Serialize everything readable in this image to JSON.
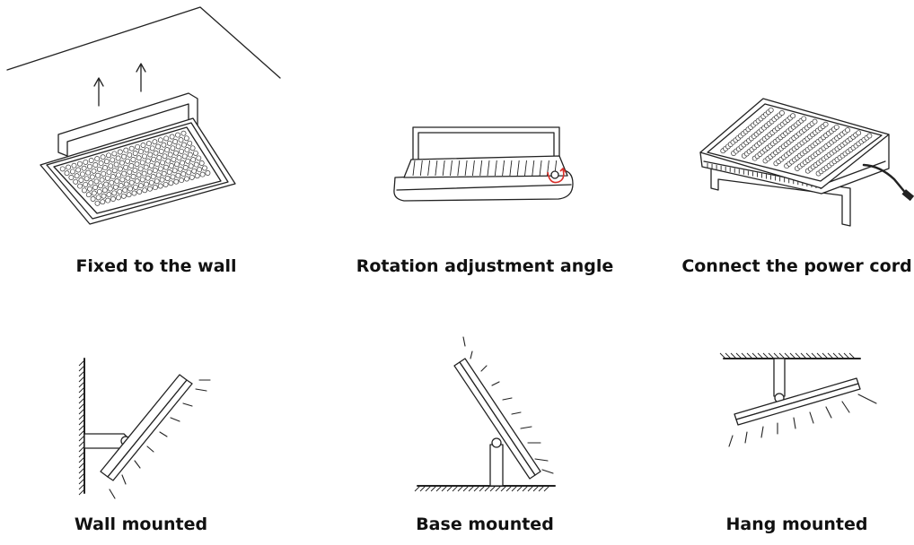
{
  "panels": [
    {
      "caption": "Fixed to the wall"
    },
    {
      "caption": "Rotation adjustment angle"
    },
    {
      "caption": "Connect the power cord"
    },
    {
      "caption": "Wall mounted"
    },
    {
      "caption": "Base mounted"
    },
    {
      "caption": "Hang mounted"
    }
  ],
  "colors": {
    "line": "#222222",
    "accent": "#d8302a",
    "background": "#ffffff"
  }
}
